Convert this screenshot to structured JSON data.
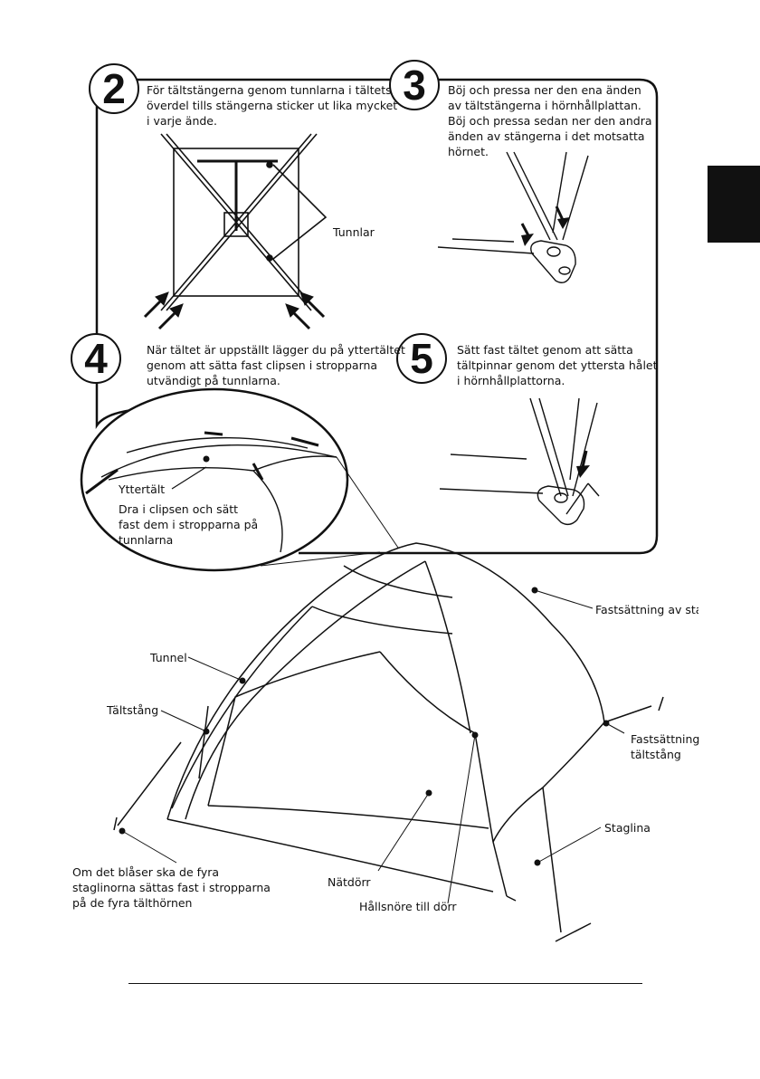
{
  "steps": [
    {
      "num": "2",
      "lines": [
        "För tältstängerna genom tunnlarna i tältets",
        "överdel tills stängerna sticker ut lika mycket",
        "i varje ände."
      ]
    },
    {
      "num": "3",
      "lines": [
        "Böj och pressa ner den ena änden",
        "av tältstängerna i hörnhållplattan.",
        "Böj och pressa sedan ner den andra",
        "änden av stängerna i det motsatta",
        "hörnet."
      ]
    },
    {
      "num": "4",
      "lines": [
        "När tältet är uppställt lägger du på yttertältet",
        "genom att sätta fast clipsen i stropparna",
        "utvändigt på tunnlarna."
      ]
    },
    {
      "num": "5",
      "lines": [
        "Sätt fast tältet genom att sätta",
        "tältpinnar genom det yttersta hålet",
        "i hörnhållplattorna."
      ]
    }
  ],
  "labels": {
    "tunnlar": "Tunnlar",
    "yttertalt": "Yttertält",
    "clips_note": [
      "Dra i clipsen och sätt",
      "fast dem i stropparna på",
      "tunnlarna"
    ],
    "fastsattning_stag": "Fastsättning av stag",
    "tunnel": "Tunnel",
    "taltstang": "Tältstång",
    "fastsattning_taltstang": [
      "Fastsättning av",
      "tältstång"
    ],
    "staglina": "Staglina",
    "blaser_note": [
      "Om det blåser ska de fyra",
      "staglinorna sättas fast i stropparna",
      "på de fyra tälthörnen"
    ],
    "natdorr": "Nätdörr",
    "hallsnore": "Hållsnöre till dörr"
  }
}
